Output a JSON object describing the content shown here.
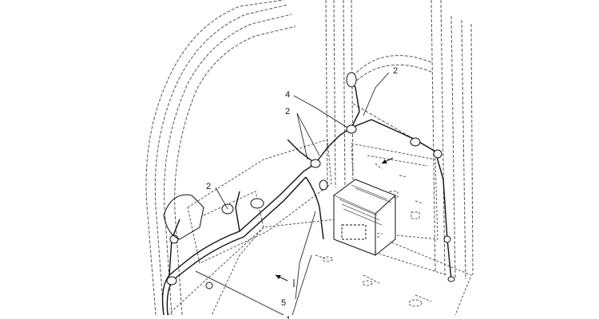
{
  "diagram": {
    "callouts": [
      {
        "id": "callout-2-top-right",
        "text": "2"
      },
      {
        "id": "callout-4",
        "text": "4"
      },
      {
        "id": "callout-2-center",
        "text": "2"
      },
      {
        "id": "callout-2-left",
        "text": "2"
      },
      {
        "id": "callout-5",
        "text": "5"
      },
      {
        "id": "callout-1",
        "text": "1"
      }
    ],
    "line_color": "#111111",
    "dash_color": "#555555",
    "icons": [
      "direction-arrow-icon"
    ]
  }
}
